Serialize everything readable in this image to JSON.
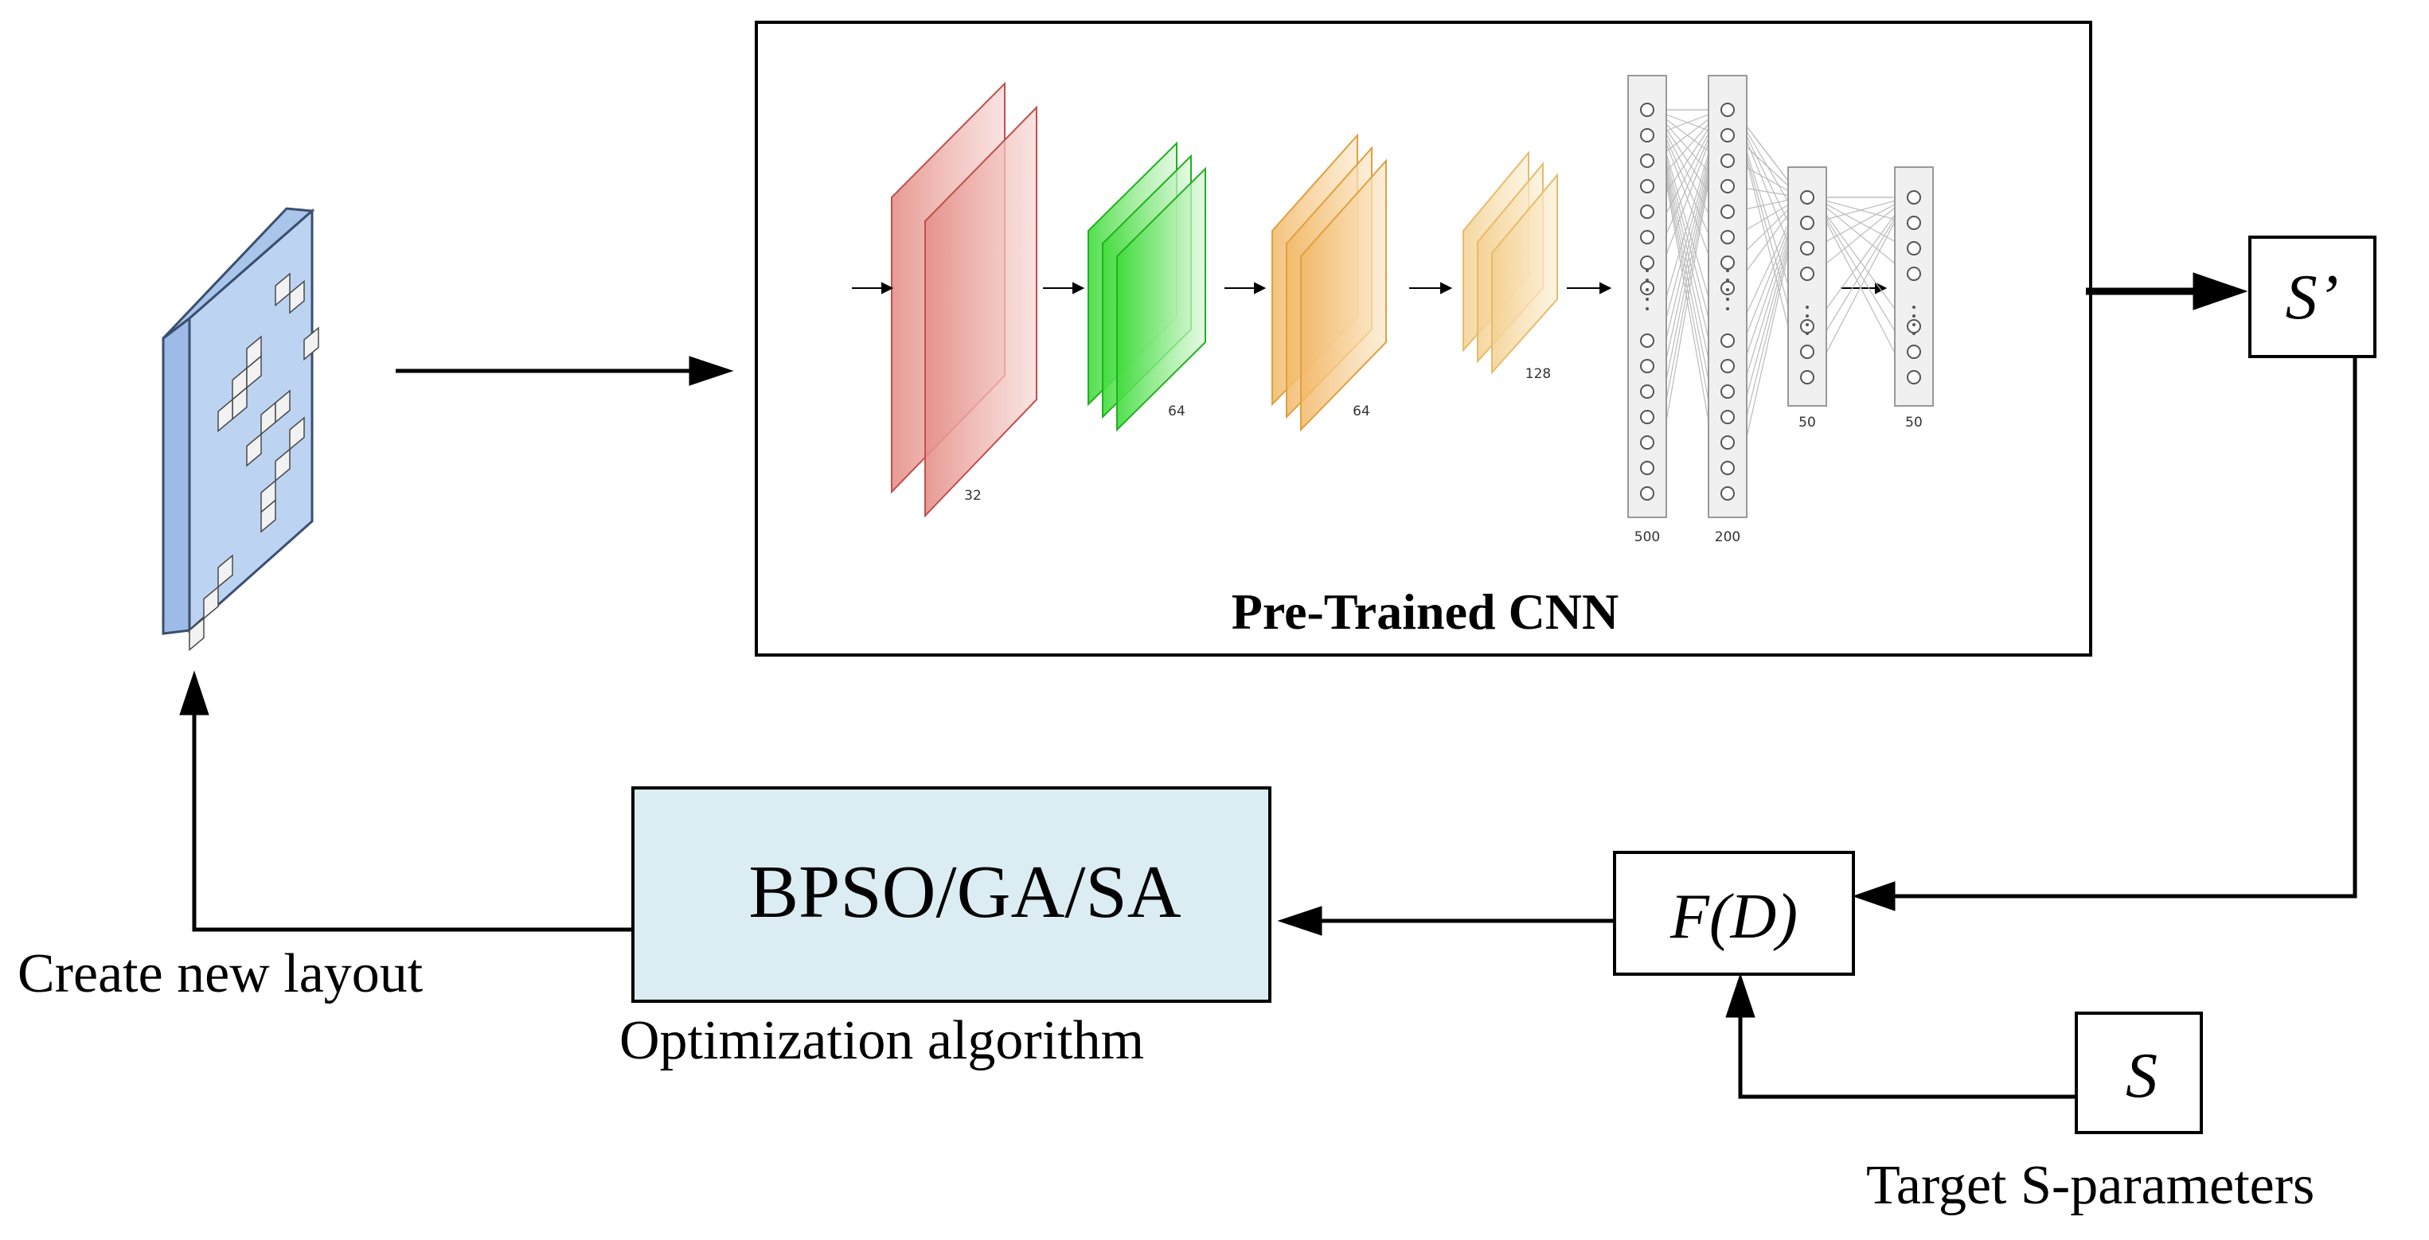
{
  "cnn": {
    "title": "Pre-Trained CNN",
    "layer_labels": [
      "32",
      "64",
      "64",
      "128",
      "500",
      "200",
      "50",
      "50"
    ]
  },
  "blocks": {
    "s_prime": "S’",
    "fd": "F(D)",
    "s": "S",
    "optimizer": "BPSO/GA/SA"
  },
  "labels": {
    "create_layout": "Create new layout",
    "optimization": "Optimization algorithm",
    "target": "Target S-parameters"
  },
  "colors": {
    "layout_board": "#bcd4f2",
    "optimizer_fill": "#dbedf3",
    "conv1": "#e8a39e",
    "conv2": "#7de87a",
    "conv3": "#f3c98f",
    "conv4": "#f5dcaa"
  }
}
